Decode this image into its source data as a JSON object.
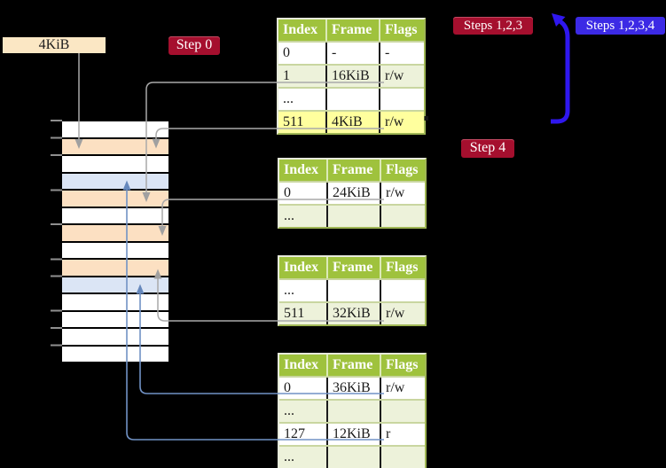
{
  "palette": {
    "white": "#ffffff",
    "peach": "#fce0c2",
    "blue": "#dbe5f5",
    "table_header_green": "#9fc23d",
    "table_row_green": "#edf2da",
    "highlight_yellow": "#ffff9e",
    "badge_red": "#a50f2e",
    "badge_indigo": "#3c2ae5",
    "big_arrow_blue": "#2f17ee",
    "connector_gray": "#a9a9a9",
    "connector_blue": "#7192c5",
    "frame_label_tan": "#fbe7c4"
  },
  "labels": {
    "frame_size": "4KiB",
    "step0": "Step 0",
    "steps_123": "Steps 1,2,3",
    "steps_1234": "Steps 1,2,3,4",
    "step4": "Step 4"
  },
  "page_tables": [
    {
      "header": [
        "Index",
        "Frame",
        "Flags"
      ],
      "rows": [
        {
          "cells": [
            "0",
            "-",
            "-"
          ],
          "shaded": false,
          "highlight": false
        },
        {
          "cells": [
            "1",
            "16KiB",
            "r/w"
          ],
          "shaded": true,
          "highlight": false
        },
        {
          "cells": [
            "...",
            "",
            ""
          ],
          "shaded": false,
          "highlight": false
        },
        {
          "cells": [
            "511",
            "4KiB",
            "r/w"
          ],
          "shaded": true,
          "highlight": true
        }
      ]
    },
    {
      "header": [
        "Index",
        "Frame",
        "Flags"
      ],
      "rows": [
        {
          "cells": [
            "0",
            "24KiB",
            "r/w"
          ],
          "shaded": false,
          "highlight": false
        },
        {
          "cells": [
            "...",
            "",
            ""
          ],
          "shaded": true,
          "highlight": false
        }
      ]
    },
    {
      "header": [
        "Index",
        "Frame",
        "Flags"
      ],
      "rows": [
        {
          "cells": [
            "...",
            "",
            ""
          ],
          "shaded": false,
          "highlight": false
        },
        {
          "cells": [
            "511",
            "32KiB",
            "r/w"
          ],
          "shaded": true,
          "highlight": false
        }
      ]
    },
    {
      "header": [
        "Index",
        "Frame",
        "Flags"
      ],
      "rows": [
        {
          "cells": [
            "0",
            "36KiB",
            "r/w"
          ],
          "shaded": false,
          "highlight": false
        },
        {
          "cells": [
            "...",
            "",
            ""
          ],
          "shaded": true,
          "highlight": false
        },
        {
          "cells": [
            "127",
            "12KiB",
            "r"
          ],
          "shaded": false,
          "highlight": false
        },
        {
          "cells": [
            "...",
            "",
            ""
          ],
          "shaded": true,
          "highlight": false
        }
      ]
    }
  ],
  "memory_strip": {
    "rows": [
      "white",
      "peach",
      "white",
      "blue",
      "peach",
      "white",
      "peach",
      "white",
      "peach",
      "blue",
      "white",
      "white",
      "white",
      "white"
    ]
  },
  "connections": [
    {
      "from": "frame-size-label",
      "to": "memory-row-2",
      "color": "gray"
    },
    {
      "from": "table-1-entry-1",
      "to": "memory-row-5",
      "color": "gray"
    },
    {
      "from": "table-1-entry-511",
      "to": "memory-row-2",
      "color": "gray"
    },
    {
      "from": "table-2-entry-0",
      "to": "memory-row-7",
      "color": "gray"
    },
    {
      "from": "table-3-entry-511",
      "to": "memory-row-9",
      "color": "gray"
    },
    {
      "from": "table-4-entry-0",
      "to": "memory-row-10",
      "color": "blue"
    },
    {
      "from": "table-4-entry-127",
      "to": "memory-row-4",
      "color": "blue"
    },
    {
      "from": "steps-1234-badge",
      "to": "table-1",
      "color": "indigo"
    }
  ]
}
